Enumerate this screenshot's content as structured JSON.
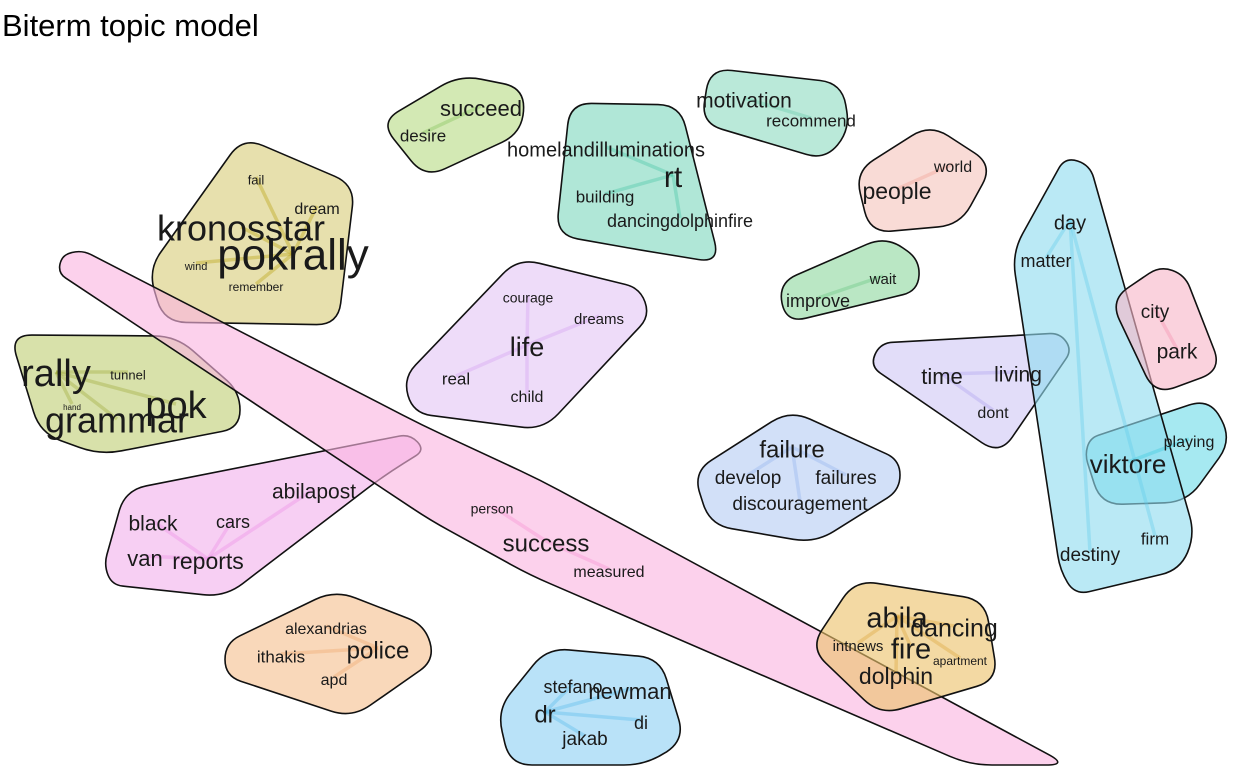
{
  "title": "Biterm topic model",
  "topics": [
    {
      "id": "t-pokrally",
      "fill": "#d8cd7a",
      "words": [
        "kronosstar",
        "pokrally",
        "fail",
        "dream",
        "wind",
        "remember"
      ],
      "hub": "#b59b00"
    },
    {
      "id": "t-rally",
      "fill": "#c0cf76",
      "words": [
        "rally",
        "tunnel",
        "pok",
        "grammar",
        "hand"
      ],
      "hub": "#9aa630"
    },
    {
      "id": "t-succeed",
      "fill": "#b8dc86",
      "words": [
        "succeed",
        "desire"
      ],
      "hub": "#7cbf50"
    },
    {
      "id": "t-rt",
      "fill": "#7fd8be",
      "words": [
        "homelandilluminations",
        "rt",
        "building",
        "dancingdolphinfire"
      ],
      "hub": "#3ec4a0"
    },
    {
      "id": "t-motivation",
      "fill": "#8fdcc2",
      "words": [
        "motivation",
        "recommend"
      ],
      "hub": "#5fc9a5"
    },
    {
      "id": "t-people",
      "fill": "#f6c5bd",
      "words": [
        "world",
        "people"
      ],
      "hub": "#f09a8c"
    },
    {
      "id": "t-improve",
      "fill": "#8fd89f",
      "words": [
        "wait",
        "improve"
      ],
      "hub": "#5ec47a"
    },
    {
      "id": "t-life",
      "fill": "#e4c6f5",
      "words": [
        "courage",
        "dreams",
        "life",
        "real",
        "child"
      ],
      "hub": "#d29cf0"
    },
    {
      "id": "t-time",
      "fill": "#d0c8f5",
      "words": [
        "time",
        "living",
        "dont"
      ],
      "hub": "#a99cee"
    },
    {
      "id": "t-failure",
      "fill": "#b7cdf4",
      "words": [
        "failure",
        "develop",
        "failures",
        "discouragement"
      ],
      "hub": "#8fb0ee"
    },
    {
      "id": "t-viktore",
      "fill": "#6fdbe8",
      "words": [
        "viktore",
        "playing"
      ],
      "hub": "#30c8dc"
    },
    {
      "id": "t-day",
      "fill": "#8fdcef",
      "words": [
        "day",
        "matter",
        "firm",
        "destiny"
      ],
      "hub": "#5cccea"
    },
    {
      "id": "t-city",
      "fill": "#f7b6c8",
      "words": [
        "city",
        "park"
      ],
      "hub": "#f48aa8"
    },
    {
      "id": "t-abilapost",
      "fill": "#f2b2ec",
      "words": [
        "abilapost",
        "black",
        "cars",
        "van",
        "reports"
      ],
      "hub": "#ec88e4"
    },
    {
      "id": "t-success",
      "fill": "#fab4e0",
      "words": [
        "person",
        "success",
        "measured"
      ],
      "hub": "#f58ad2"
    },
    {
      "id": "t-police",
      "fill": "#f5c08f",
      "words": [
        "alexandrias",
        "ithakis",
        "police",
        "apd"
      ],
      "hub": "#efa363"
    },
    {
      "id": "t-abila",
      "fill": "#ebc16a",
      "words": [
        "abila",
        "dancing",
        "intnews",
        "fire",
        "dolphin",
        "apartment"
      ],
      "hub": "#d9a030"
    },
    {
      "id": "t-newman",
      "fill": "#8ed0f3",
      "words": [
        "stefano",
        "newman",
        "dr",
        "di",
        "jakab"
      ],
      "hub": "#4fb6ec"
    }
  ]
}
